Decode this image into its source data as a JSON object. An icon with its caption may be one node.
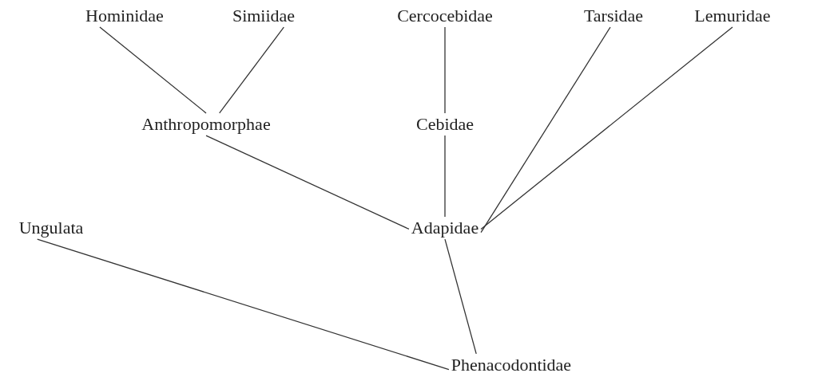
{
  "diagram": {
    "nodes": [
      {
        "text": [
          "Hominidae"
        ]
      },
      {
        "text": [
          "Simiidae"
        ]
      },
      {
        "text": [
          "Cercocebidae"
        ]
      },
      {
        "text": [
          "Tarsidae"
        ]
      },
      {
        "text": [
          "Lemuridae"
        ]
      },
      {
        "text": [
          "Anthropomorphae"
        ]
      },
      {
        "text": [
          "Cebidae"
        ]
      },
      {
        "text": [
          "Adapidae"
        ]
      },
      {
        "text": [
          "Ungulata"
        ]
      },
      {
        "text": [
          "Phenacodontidae"
        ]
      }
    ],
    "edges": [
      {
        "from": 0,
        "to": 5,
        "arrow": "none"
      },
      {
        "from": 1,
        "to": 5,
        "arrow": "none"
      },
      {
        "from": 2,
        "to": 6,
        "arrow": "none"
      },
      {
        "from": 6,
        "to": 7,
        "arrow": "none"
      },
      {
        "from": 3,
        "to": 7,
        "arrow": "none"
      },
      {
        "from": 4,
        "to": 7,
        "arrow": "none"
      },
      {
        "from": 5,
        "to": 7,
        "arrow": "none"
      },
      {
        "from": 8,
        "to": 9,
        "arrow": "none"
      },
      {
        "from": 7,
        "to": 9,
        "arrow": "none"
      }
    ]
  }
}
